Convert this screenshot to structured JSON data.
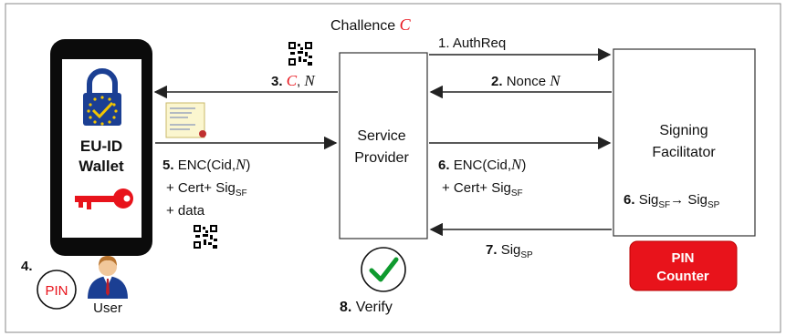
{
  "challenge": {
    "label": "Challence",
    "symbol": "C"
  },
  "steps": {
    "s1": {
      "num": "1.",
      "text": "AuthReq"
    },
    "s2": {
      "num": "2.",
      "text": "Nonce",
      "sym": "N"
    },
    "s3": {
      "num": "3.",
      "c": "C",
      "sep": ",",
      "n": "N"
    },
    "s4": {
      "num": "4."
    },
    "s5": {
      "num": "5.",
      "line1": "ENC(Cid,",
      "line1_n": "N",
      "line1_end": ")",
      "line2": "+ Cert+ Sig",
      "line2_sub": "SF",
      "line3": "+ data"
    },
    "s6a": {
      "num": "6.",
      "line1": "ENC(Cid,",
      "line1_n": "N",
      "line1_end": ")",
      "line2": "+ Cert+ Sig",
      "line2_sub": "SF"
    },
    "s6b": {
      "num": "6.",
      "sig": "Sig",
      "sub_from": "SF",
      "arrow": "→",
      "sig2": "Sig",
      "sub_to": "SP"
    },
    "s7": {
      "num": "7.",
      "text": "Sig",
      "sub": "SP"
    },
    "s8": {
      "num": "8.",
      "text": "Verify"
    }
  },
  "wallet": {
    "line1": "EU-ID",
    "line2": "Wallet"
  },
  "service_provider": {
    "line1": "Service",
    "line2": "Provider"
  },
  "facilitator": {
    "line1": "Signing",
    "line2": "Facilitator"
  },
  "pin_counter": {
    "line1": "PIN",
    "line2": "Counter"
  },
  "pin_badge": "PIN",
  "user_label": "User",
  "colors": {
    "accent_red": "#e8131b",
    "phone_black": "#0b0b0b",
    "eu_blue": "#1b3f93",
    "check_green": "#0e9a2e"
  }
}
